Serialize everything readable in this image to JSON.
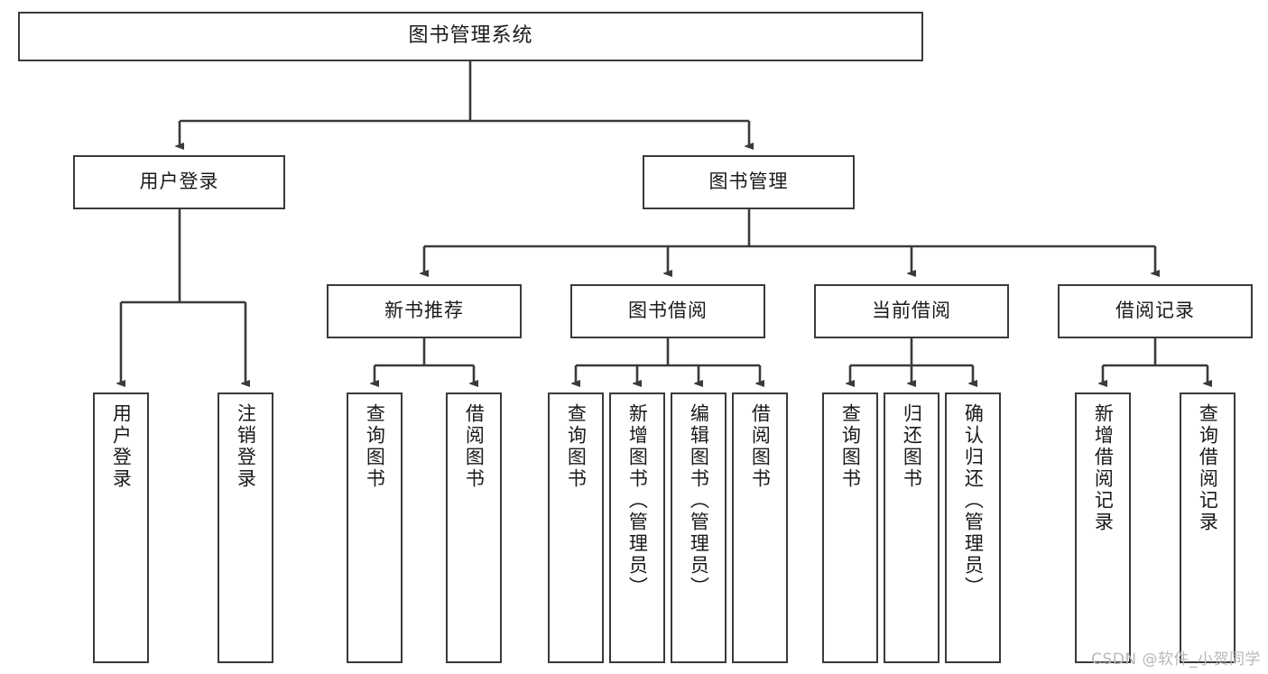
{
  "diagram": {
    "type": "tree",
    "title": "图书管理系统",
    "root": {
      "label": "图书管理系统"
    },
    "level2": [
      {
        "label": "用户登录"
      },
      {
        "label": "图书管理"
      }
    ],
    "level3": [
      {
        "label": "新书推荐"
      },
      {
        "label": "图书借阅"
      },
      {
        "label": "当前借阅"
      },
      {
        "label": "借阅记录"
      }
    ],
    "leaves": {
      "user_login": [
        {
          "label": "用户登录"
        },
        {
          "label": "注销登录"
        }
      ],
      "new_book_recommend": [
        {
          "label": "查询图书"
        },
        {
          "label": "借阅图书"
        }
      ],
      "book_borrow": [
        {
          "label": "查询图书"
        },
        {
          "label": "新增图书（管理员）"
        },
        {
          "label": "编辑图书（管理员）"
        },
        {
          "label": "借阅图书"
        }
      ],
      "current_borrow": [
        {
          "label": "查询图书"
        },
        {
          "label": "归还图书"
        },
        {
          "label": "确认归还（管理员）"
        }
      ],
      "borrow_records": [
        {
          "label": "新增借阅记录"
        },
        {
          "label": "查询借阅记录"
        }
      ]
    }
  },
  "watermark": {
    "text": "CSDN @软件_小贺同学"
  },
  "colors": {
    "border": "#3a3a3a",
    "text": "#1a1a1a",
    "background": "#ffffff",
    "watermark": "#b8b8b8"
  }
}
